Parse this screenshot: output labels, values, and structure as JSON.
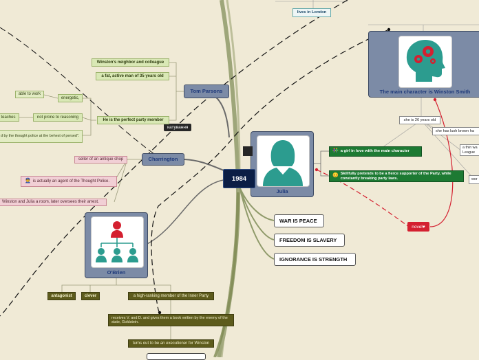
{
  "central": {
    "title": "1984"
  },
  "tooltip": {
    "text": "катування"
  },
  "mottos": [
    "WAR IS PEACE",
    "FREEDOM IS SLAVERY",
    "IGNORANCE IS STRENGTH"
  ],
  "winston": {
    "label": "The main character is Winston Smith",
    "lives": "lives in London",
    "facts": [
      "she is 26 years old",
      "she has lush brown ha",
      "a thin wa League",
      "wor"
    ]
  },
  "julia": {
    "label": "Julia",
    "traits": [
      "a girl in love with the main character",
      "Skillfully pretends to be a fierce supporter of the Party, while constantly breaking party laws."
    ]
  },
  "relation_badge": "novel♥",
  "tom_parsons": {
    "label": "Tom Parsons",
    "items": [
      "Winston's neighbor and colleague",
      "a fat, active man of 35 years old",
      "He is the perfect party member"
    ],
    "sub": [
      "able to work",
      "energetic,",
      "not prone to reasoning",
      "teaches",
      "d by the thought police at the behest of persed\"."
    ]
  },
  "charrington": {
    "label": "Charrington",
    "items": [
      "seller of an antique shop",
      "is actually an agent of the Thought Police.",
      "Winston and Julia a room, later oversees their arrest."
    ]
  },
  "obrien": {
    "label": "O'Brien",
    "tags": [
      "antagonist",
      "clever"
    ],
    "items": [
      "a high-ranking member of the Inner Party",
      "receives V. and D. and gives them a book written by the enemy of the state, Goldstein.",
      "turns out to be an executioner for Winston"
    ]
  },
  "colors": {
    "background": "#f0ead6",
    "center": "#0b1e45",
    "char_card": "#7c8ba6",
    "trait_green": "#1d7a33",
    "teal_icon": "#2c9c8f",
    "red_icon": "#d42030",
    "branch": "#8f9a6a"
  }
}
